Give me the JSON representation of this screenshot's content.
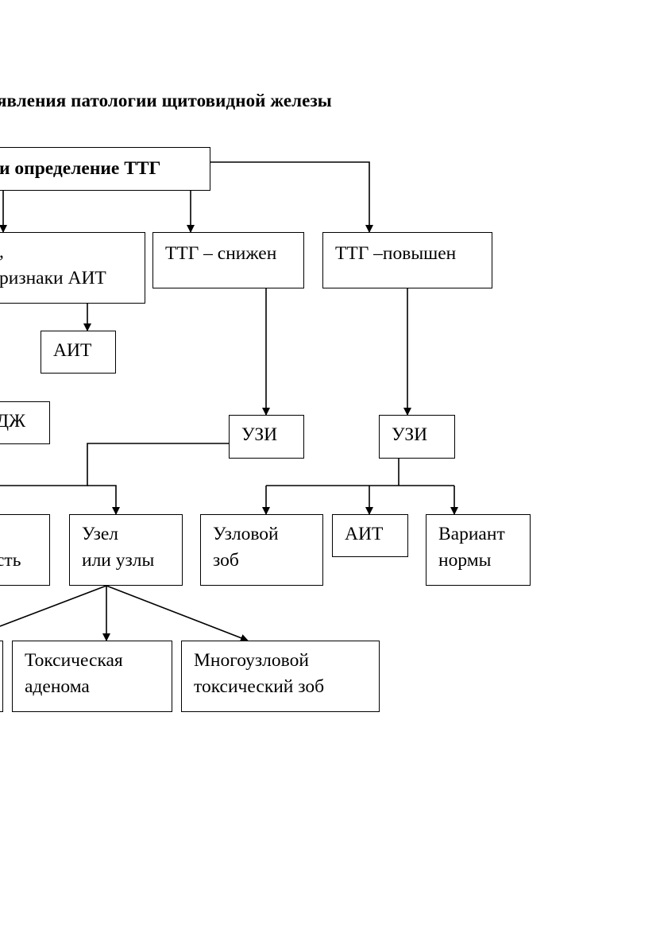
{
  "heading": "явления патологии щитовидной железы",
  "nodes": {
    "root": [
      "и определение ТТГ"
    ],
    "left_partial": [
      ",",
      "ризнаки АИТ"
    ],
    "ttg_low": [
      "ТТГ – снижен"
    ],
    "ttg_high": [
      "ТТГ –повышен"
    ],
    "ait_1": [
      "АИТ"
    ],
    "dzh_partial": [
      "ДЖ"
    ],
    "uzi_low": [
      "УЗИ"
    ],
    "uzi_high": [
      "УЗИ"
    ],
    "sidebox_partial": [
      ",",
      "сть"
    ],
    "nodes_box": [
      "Узел",
      "или узлы"
    ],
    "nodular_goiter": [
      "Узловой",
      "зоб"
    ],
    "ait_2": [
      "АИТ"
    ],
    "norm_variant": [
      "Вариант",
      "нормы"
    ],
    "toxic_adenoma": [
      "Токсическая",
      "аденома"
    ],
    "multinodular": [
      "Многоузловой",
      "токсический зоб"
    ]
  }
}
